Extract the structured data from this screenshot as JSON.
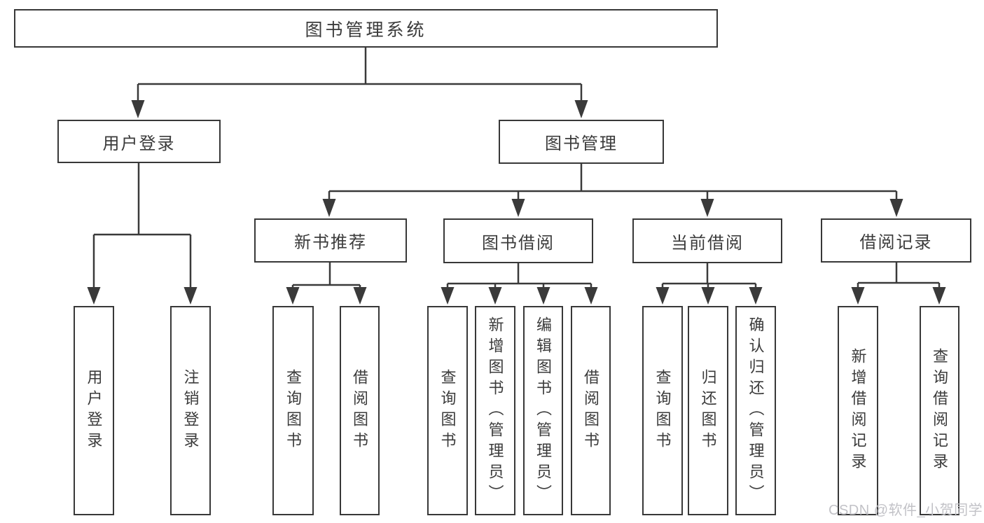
{
  "diagram": {
    "title": "图书管理系统",
    "nodes": {
      "root": {
        "label": "图书管理系统"
      },
      "user_login": {
        "label": "用户登录"
      },
      "book_management": {
        "label": "图书管理"
      },
      "new_book_recommend": {
        "label": "新书推荐"
      },
      "book_borrowing": {
        "label": "图书借阅"
      },
      "current_borrowing": {
        "label": "当前借阅"
      },
      "borrowing_records": {
        "label": "借阅记录"
      },
      "leaf_user_login": {
        "label": "用户登录"
      },
      "leaf_logout_login": {
        "label": "注销登录"
      },
      "leaf_newbook_query": {
        "label": "查询图书"
      },
      "leaf_newbook_borrow": {
        "label": "借阅图书"
      },
      "leaf_borrow_query": {
        "label": "查询图书"
      },
      "leaf_borrow_add_admin": {
        "label": "新增图书（管理员）"
      },
      "leaf_borrow_edit_admin": {
        "label": "编辑图书（管理员）"
      },
      "leaf_borrow_borrow": {
        "label": "借阅图书"
      },
      "leaf_current_query": {
        "label": "查询图书"
      },
      "leaf_current_return": {
        "label": "归还图书"
      },
      "leaf_current_confirm_admin": {
        "label": "确认归还（管理员）"
      },
      "leaf_record_add": {
        "label": "新增借阅记录"
      },
      "leaf_record_query": {
        "label": "查询借阅记录"
      }
    },
    "hierarchy": {
      "图书管理系统": {
        "用户登录": [
          "用户登录",
          "注销登录"
        ],
        "图书管理": {
          "新书推荐": [
            "查询图书",
            "借阅图书"
          ],
          "图书借阅": [
            "查询图书",
            "新增图书（管理员）",
            "编辑图书（管理员）",
            "借阅图书"
          ],
          "当前借阅": [
            "查询图书",
            "归还图书",
            "确认归还（管理员）"
          ],
          "借阅记录": [
            "新增借阅记录",
            "查询借阅记录"
          ]
        }
      }
    },
    "colors": {
      "line": "#3a3a3a",
      "node_border": "#383838",
      "node_fill": "#ffffff",
      "text": "#3b3b3b",
      "background": "#ffffff"
    }
  },
  "watermark": {
    "text": "CSDN @软件_小贺同学",
    "color": "#c2c2c7"
  }
}
